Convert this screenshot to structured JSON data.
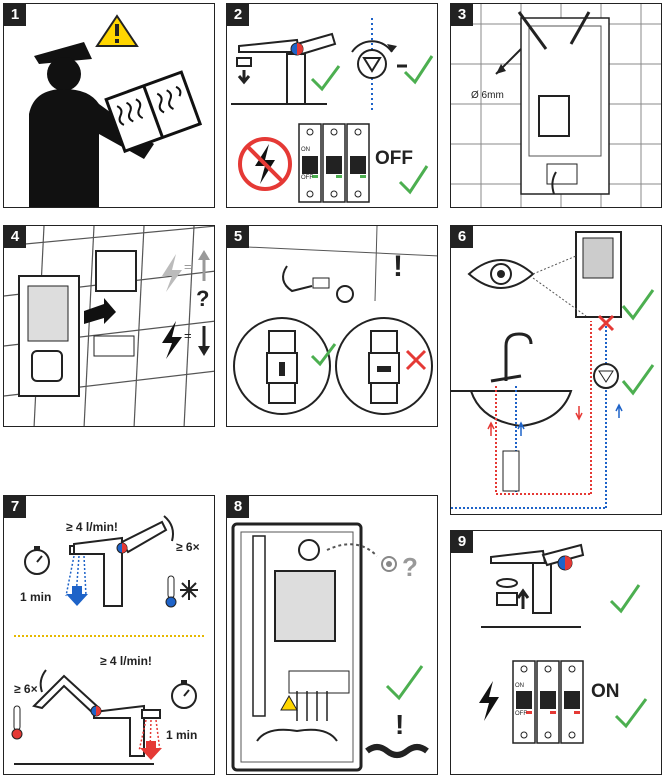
{
  "steps": [
    {
      "num": "1"
    },
    {
      "num": "2",
      "off_label": "OFF",
      "switch_on": "ON",
      "switch_off": "OFF"
    },
    {
      "num": "3",
      "diameter_label": "Ø 6mm"
    },
    {
      "num": "4"
    },
    {
      "num": "5"
    },
    {
      "num": "6"
    },
    {
      "num": "7",
      "flow_top": "≥ 4 l/min!",
      "repeat_top": "≥ 6×",
      "time_top": "1 min",
      "flow_bottom": "≥ 4 l/min!",
      "repeat_bottom": "≥ 6×",
      "time_bottom": "1 min"
    },
    {
      "num": "8"
    },
    {
      "num": "9",
      "on_label": "ON",
      "switch_on": "ON",
      "switch_off": "OFF"
    }
  ],
  "colors": {
    "check": "#4caf50",
    "cross": "#e53935",
    "warning": "#ffd600",
    "hot": "#e53935",
    "cold": "#1e63c8"
  },
  "icons": [
    "warning-icon",
    "checkmark-icon",
    "cross-icon",
    "lightning-icon",
    "stopwatch-icon",
    "thermometer-icon",
    "snowflake-icon",
    "eye-icon",
    "question-icon",
    "exclamation-icon"
  ]
}
